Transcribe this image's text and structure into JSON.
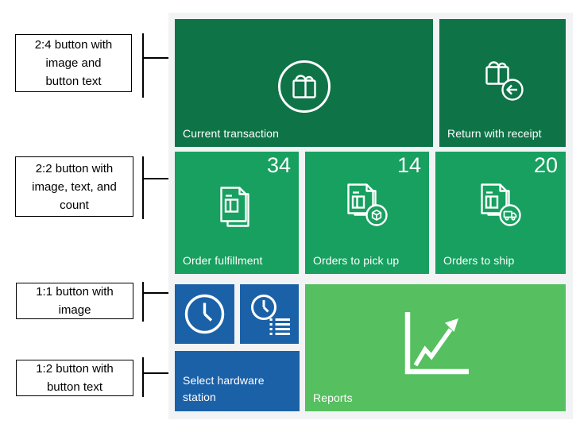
{
  "callouts": [
    {
      "text": "2:4 button with\nimage and\nbutton text"
    },
    {
      "text": "2:2 button with\nimage, text, and\ncount"
    },
    {
      "text": "1:1 button with\nimage"
    },
    {
      "text": "1:2 button with\nbutton text"
    }
  ],
  "tiles": {
    "current_transaction": {
      "label": "Current transaction",
      "icon": "shopping-bag-in-circle-icon",
      "color": "#0e7448"
    },
    "return_with_receipt": {
      "label": "Return with receipt",
      "icon": "shopping-bag-return-arrow-icon",
      "color": "#0e7448"
    },
    "order_fulfillment": {
      "label": "Order fulfillment",
      "count": "34",
      "icon": "documents-stack-icon",
      "color": "#17a05f"
    },
    "orders_to_pick_up": {
      "label": "Orders to pick up",
      "count": "14",
      "icon": "documents-package-icon",
      "color": "#17a05f"
    },
    "orders_to_ship": {
      "label": "Orders to ship",
      "count": "20",
      "icon": "documents-truck-icon",
      "color": "#17a05f"
    },
    "clock": {
      "icon": "clock-icon",
      "color": "#1b61a8"
    },
    "clock_list": {
      "icon": "clock-list-icon",
      "color": "#1b61a8"
    },
    "reports": {
      "label": "Reports",
      "icon": "chart-arrow-icon",
      "color": "#56bf60"
    },
    "select_hardware_station": {
      "label": "Select hardware station",
      "color": "#1b61a8"
    }
  },
  "colors": {
    "panel_background": "#f1f3f4",
    "tile_dark_green": "#0e7448",
    "tile_green": "#17a05f",
    "tile_light_green": "#56bf60",
    "tile_blue": "#1b61a8",
    "icon_and_text": "#ffffff",
    "annotation_line": "#000000"
  }
}
